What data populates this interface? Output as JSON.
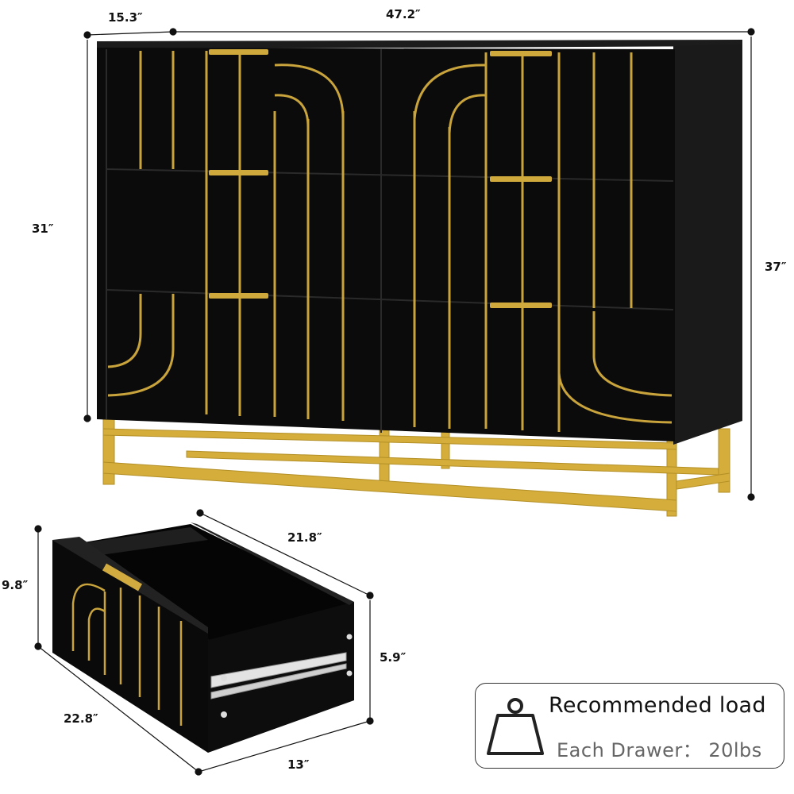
{
  "dimensions": {
    "dresser_depth": "15.3″",
    "dresser_width": "47.2″",
    "body_height": "31″",
    "total_height": "37″",
    "drawer_height": "9.8″",
    "drawer_depth_inner": "21.8″",
    "drawer_depth_outer": "22.8″",
    "drawer_inner_height": "5.9″",
    "drawer_width": "13″"
  },
  "load_card": {
    "title": "Recommended load",
    "subtitle": "Each Drawer： 20lbs"
  },
  "colors": {
    "body": "#0c0c0c",
    "gold": "#c9a43c",
    "frame": "#d8b13e"
  }
}
